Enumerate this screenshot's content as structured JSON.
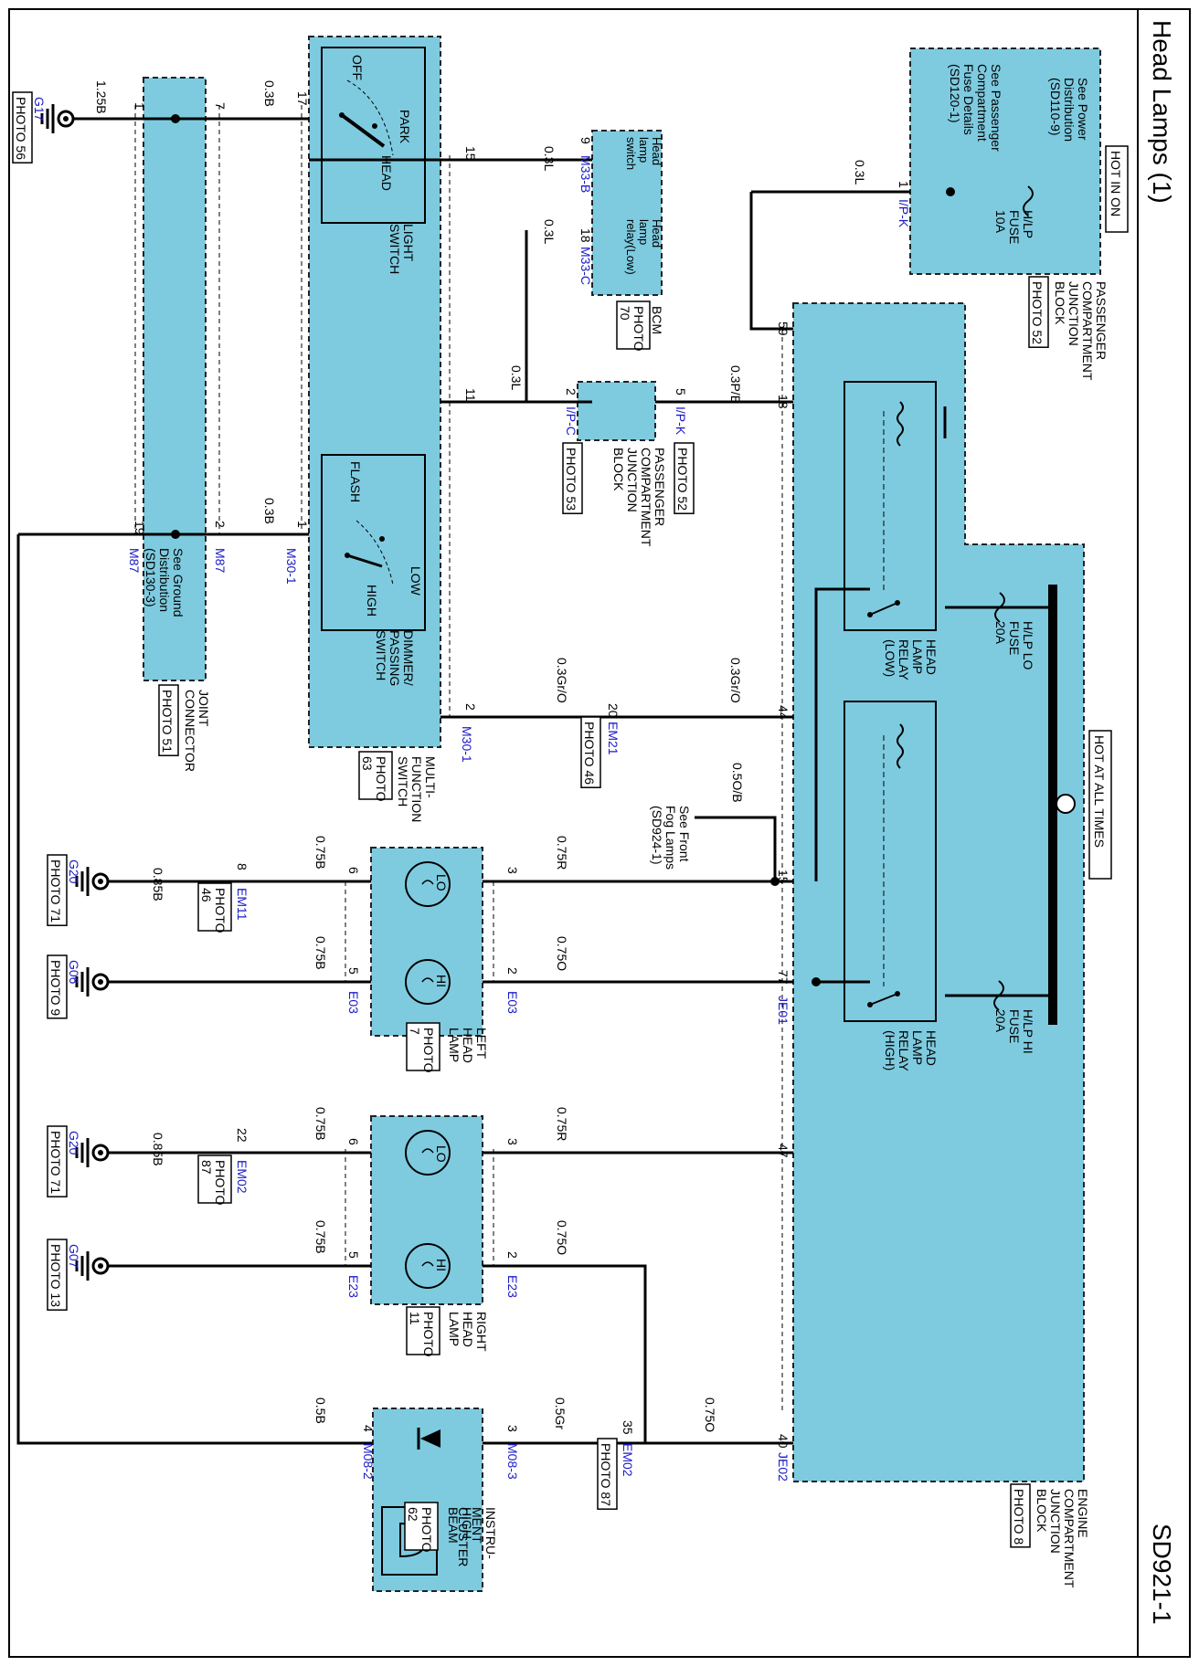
{
  "page": {
    "title": "Head Lamps (1)",
    "code": "SD921-1"
  },
  "colors": {
    "block_fill": "#7ecbe0",
    "wire": "#000000",
    "connector_label": "#1a1ac8"
  },
  "icons": [
    "ground-icon",
    "bulb-icon",
    "fuse-icon",
    "relay-coil-icon",
    "led-icon",
    "headlamp-indicator-icon",
    "junction-dot-icon"
  ],
  "hot_labels": {
    "hot_in_on": "HOT IN ON",
    "hot_at_all_times": "HOT AT ALL TIMES"
  },
  "blocks": {
    "passenger_jb_top": {
      "name_lines": [
        "PASSENGER",
        "COMPARTMENT",
        "JUNCTION",
        "BLOCK"
      ],
      "photo": "PHOTO 52",
      "note_power": [
        "See Power",
        "Distribution",
        "(SD110-9)"
      ],
      "note_fuse": [
        "See Passenger",
        "Compartment",
        "Fuse Details",
        "(SD120-1)"
      ],
      "fuse_lines": [
        "H/LP",
        "FUSE",
        "10A"
      ],
      "pin": "1",
      "conn": "I/P-K",
      "wire": "0.3L"
    },
    "bcm": {
      "name": "BCM",
      "photo_lines": [
        "PHOTO",
        "70"
      ],
      "func_a": [
        "Head",
        "lamp",
        "switch"
      ],
      "func_b": [
        "Head",
        "lamp",
        "relay(Low)"
      ],
      "pin_a": "9",
      "conn_a": "M33-B",
      "pin_b": "18",
      "conn_b": "M33-C",
      "wire_a": "0.3L",
      "wire_b": "0.3L"
    },
    "passenger_jb_mid": {
      "name_lines": [
        "PASSENGER",
        "COMPARTMENT",
        "JUNCTION",
        "BLOCK"
      ],
      "photo_a": "PHOTO 52",
      "photo_b": "PHOTO 53",
      "pin_a": "5",
      "conn_a": "I/P-K",
      "pin_b": "2",
      "conn_b": "I/P-C",
      "wire_a": "0.3P/B",
      "wire_b": "0.3L"
    },
    "multi_function_switch": {
      "name_lines": [
        "MULTI-",
        "FUNCTION",
        "SWITCH"
      ],
      "photo_lines": [
        "PHOTO",
        "63"
      ],
      "light_switch": [
        "LIGHT",
        "SWITCH"
      ],
      "light_positions": [
        "OFF",
        "PARK",
        "HEAD"
      ],
      "dimmer_switch": [
        "DIMMER/",
        "PASSING",
        "SWITCH"
      ],
      "dimmer_positions": [
        "FLASH",
        "LOW",
        "HIGH"
      ],
      "pins": [
        "17",
        "15",
        "11",
        "1",
        "2"
      ],
      "conn_a": "M30-1",
      "conn_b": "M30-1"
    },
    "joint_connector": {
      "name_lines": [
        "JOINT",
        "CONNECTOR"
      ],
      "photo": "PHOTO 51",
      "note": [
        "See Ground",
        "Distribution",
        "(SD130-3)"
      ],
      "pins": [
        "1",
        "7",
        "2",
        "19"
      ],
      "conn_a": "M87",
      "conn_b": "M87",
      "wire_a": "1.25B",
      "wire_b": "0.3B",
      "wire_c": "0.3B"
    },
    "engine_jb": {
      "name_lines": [
        "ENGINE",
        "COMPARTMENT",
        "JUNCTION",
        "BLOCK"
      ],
      "photo": "PHOTO 8",
      "pins": [
        "59",
        "18",
        "44",
        "15",
        "77",
        "47",
        "40"
      ],
      "conn_a": "JE01",
      "conn_b": "JE02",
      "relay_low": [
        "HEAD",
        "LAMP",
        "RELAY",
        "(LOW)"
      ],
      "relay_high": [
        "HEAD",
        "LAMP",
        "RELAY",
        "(HIGH)"
      ],
      "fuse_lo": [
        "H/LP LO",
        "FUSE",
        "20A"
      ],
      "fuse_hi": [
        "H/LP HI",
        "FUSE",
        "20A"
      ]
    },
    "em21": {
      "pin": "20",
      "conn": "EM21",
      "photo": "PHOTO 46",
      "wire_a": "0.3Gr/O",
      "wire_b": "0.3Gr/O"
    },
    "fog_note": {
      "lines": [
        "See Front",
        "Fog Lamps",
        "(SD924-1)"
      ],
      "wire": "0.5O/B"
    },
    "left_head_lamp": {
      "name_lines": [
        "LEFT",
        "HEAD",
        "LAMP"
      ],
      "photo_lines": [
        "PHOTO",
        "7"
      ],
      "lo": "LO",
      "hi": "HI",
      "pin_lo_in": "3",
      "pin_lo_out": "6",
      "pin_hi_in": "2",
      "pin_hi_out": "5",
      "conn_in": "E03",
      "conn_out": "E03",
      "wire_lo_in": "0.75R",
      "wire_hi_in": "0.75O",
      "wire_lo_out": "0.75B",
      "wire_hi_out": "0.75B"
    },
    "right_head_lamp": {
      "name_lines": [
        "RIGHT",
        "HEAD",
        "LAMP"
      ],
      "photo_lines": [
        "PHOTO",
        "11"
      ],
      "lo": "LO",
      "hi": "HI",
      "pin_lo_in": "3",
      "pin_lo_out": "6",
      "pin_hi_in": "2",
      "pin_hi_out": "5",
      "conn_in": "E23",
      "conn_out": "E23",
      "wire_lo_in": "0.75R",
      "wire_hi_in": "0.75O",
      "wire_lo_out": "0.75B",
      "wire_hi_out": "0.75B"
    },
    "em11": {
      "pin": "8",
      "conn": "EM11",
      "photo_lines": [
        "PHOTO",
        "46"
      ],
      "wire": "0.85B"
    },
    "em02_a": {
      "pin": "22",
      "conn": "EM02",
      "photo_lines": [
        "PHOTO",
        "87"
      ],
      "wire": "0.85B"
    },
    "em02_b": {
      "pin": "35",
      "conn": "EM02",
      "photo": "PHOTO 87",
      "wire_a": "0.75O",
      "wire_b": "0.5Gr"
    },
    "instrument_cluster": {
      "name_lines": [
        "INSTRU-",
        "MENT",
        "CLUSTER"
      ],
      "photo_lines": [
        "PHOTO",
        "62"
      ],
      "function": [
        "HIGH",
        "BEAM"
      ],
      "pin_in": "3",
      "conn_in": "M08-3",
      "pin_out": "4",
      "conn_out": "M08-2",
      "wire_out": "0.5B"
    },
    "grounds": [
      {
        "id": "G17",
        "photo": "PHOTO 56"
      },
      {
        "id": "G20",
        "photo": "PHOTO 71"
      },
      {
        "id": "G06",
        "photo": "PHOTO 9"
      },
      {
        "id": "G20",
        "photo": "PHOTO 71"
      },
      {
        "id": "G07",
        "photo": "PHOTO 13"
      }
    ]
  }
}
